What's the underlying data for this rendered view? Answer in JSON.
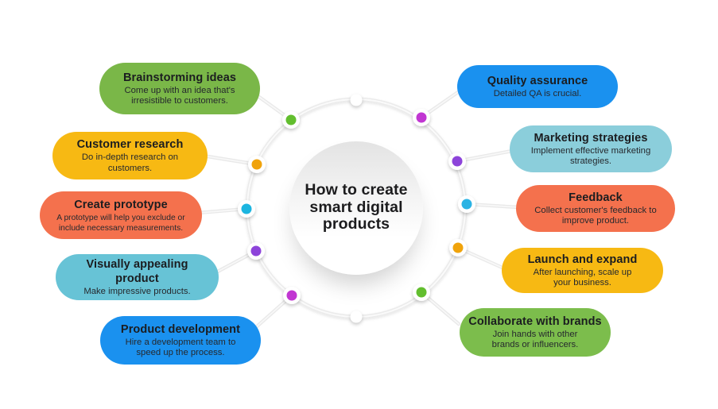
{
  "center": {
    "title": "How to create smart digital products",
    "title_lines": [
      "How to create",
      "smart digital",
      "products"
    ]
  },
  "left_items": [
    {
      "label": "Brainstorming ideas",
      "description": "Come up with an idea that's irresistible to customers.",
      "bubble_color": "#7ab748",
      "dot_color": "#62be2e"
    },
    {
      "label": "Customer research",
      "description": "Do in-depth research on customers.",
      "bubble_color": "#f7b913",
      "dot_color": "#f0a30b"
    },
    {
      "label": "Create prototype",
      "description": "A prototype will help you exclude or include necessary measurements.",
      "bubble_color": "#f4714d",
      "dot_color": "#1cb5e0"
    },
    {
      "label": "Visually appealing product",
      "description": "Make impressive products.",
      "bubble_color": "#67c3d6",
      "dot_color": "#8d44da"
    },
    {
      "label": "Product development",
      "description": "Hire a development team to speed up the process.",
      "bubble_color": "#1a91ef",
      "dot_color": "#c136d2"
    }
  ],
  "right_items": [
    {
      "label": "Quality assurance",
      "description": "Detailed QA is crucial.",
      "bubble_color": "#1a91ef",
      "dot_color": "#c136d2"
    },
    {
      "label": "Marketing strategies",
      "description": "Implement effective marketing strategies.",
      "bubble_color": "#8bcedb",
      "dot_color": "#8d44da"
    },
    {
      "label": "Feedback",
      "description": "Collect customer's feedback to improve product.",
      "bubble_color": "#f4714d",
      "dot_color": "#2bb3e4"
    },
    {
      "label": "Launch and expand",
      "description": "After launching, scale up your business.",
      "bubble_color": "#f7b913",
      "dot_color": "#f0a30b"
    },
    {
      "label": "Collaborate with brands",
      "description": "Join hands with other brands or influencers.",
      "bubble_color": "#7cbd4c",
      "dot_color": "#62be2e"
    }
  ]
}
